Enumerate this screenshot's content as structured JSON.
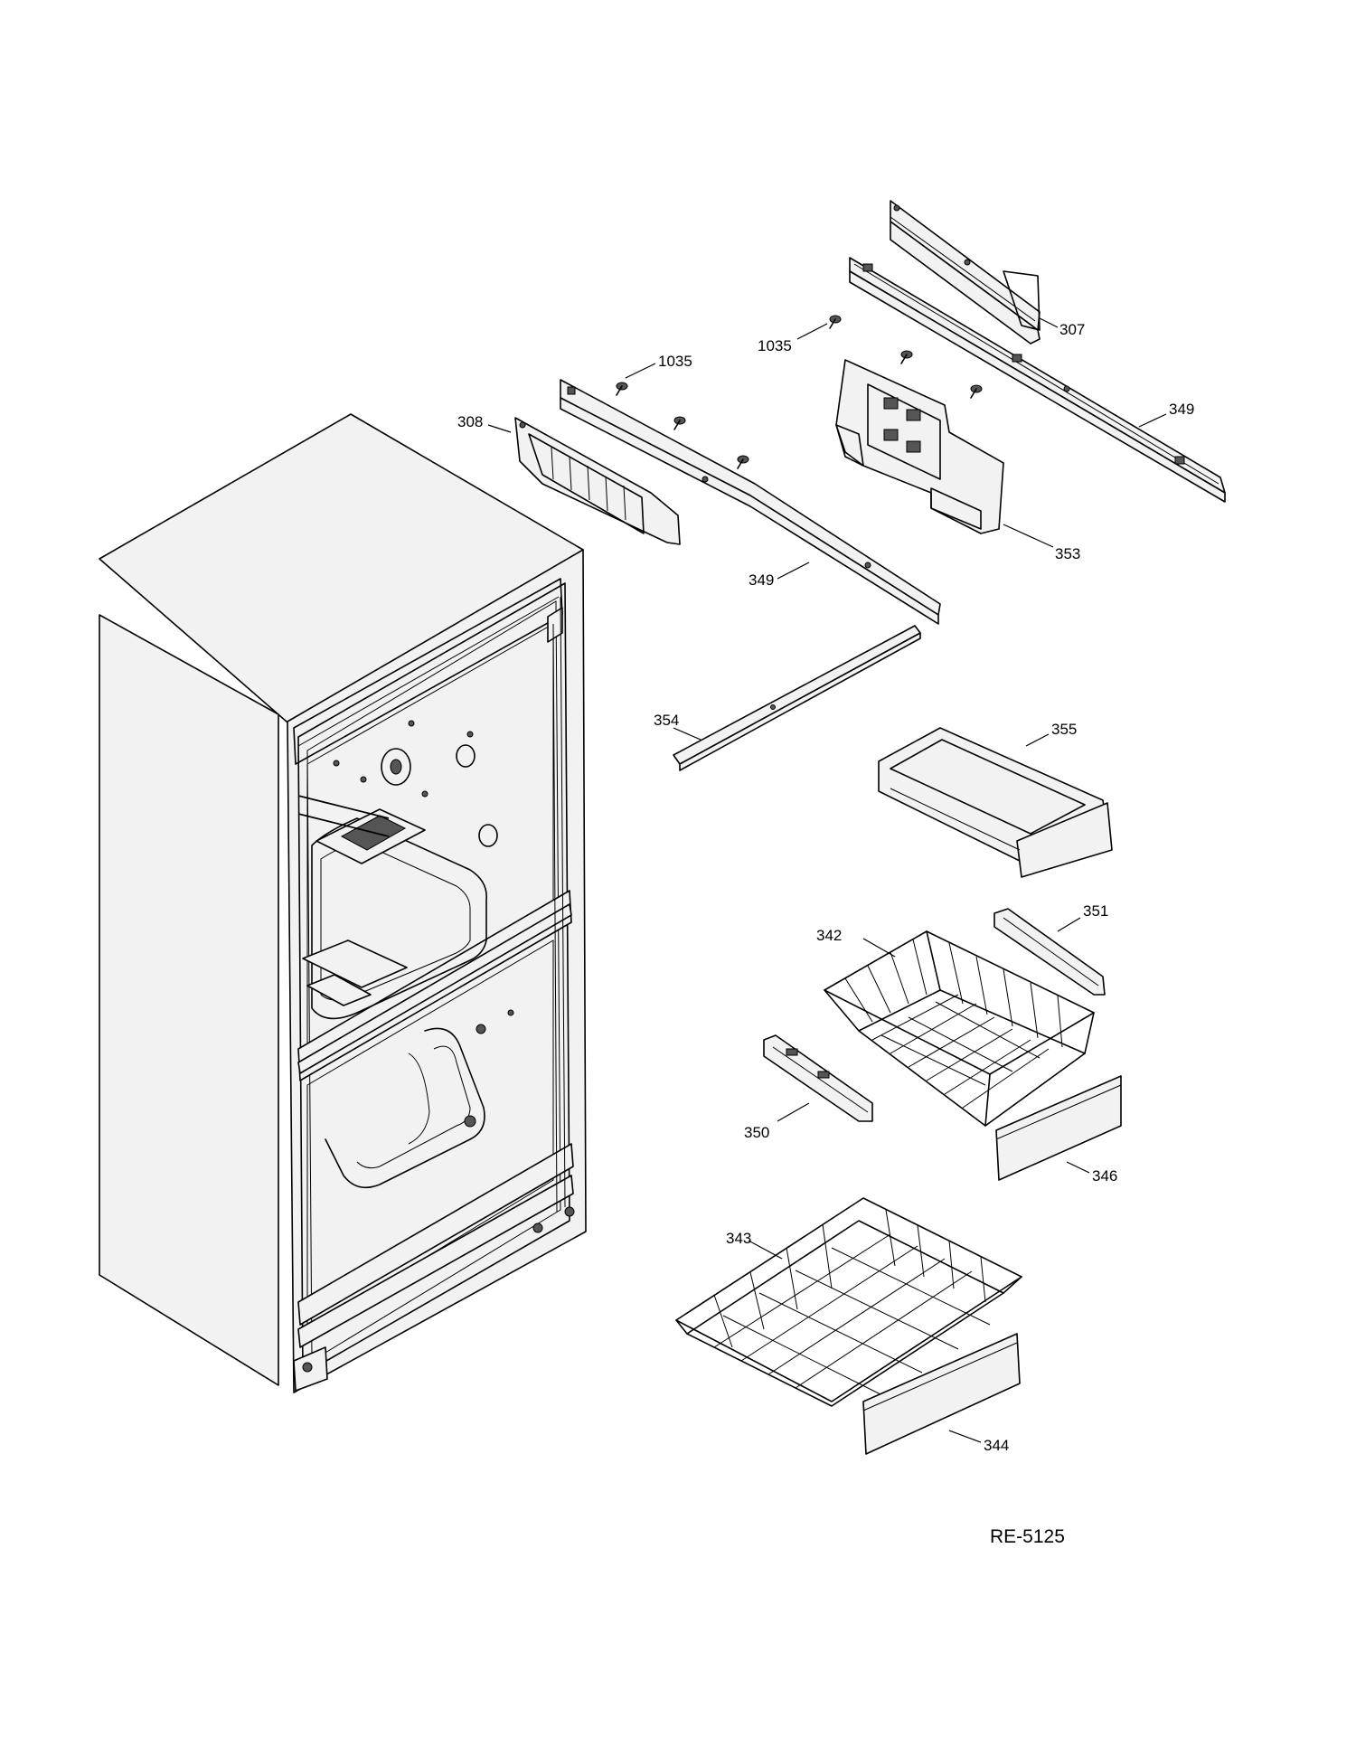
{
  "diagram": {
    "code": "RE-5125",
    "callouts": [
      "307",
      "1035",
      "1035",
      "349",
      "308",
      "353",
      "349",
      "354",
      "355",
      "351",
      "342",
      "350",
      "346",
      "343",
      "344"
    ]
  }
}
